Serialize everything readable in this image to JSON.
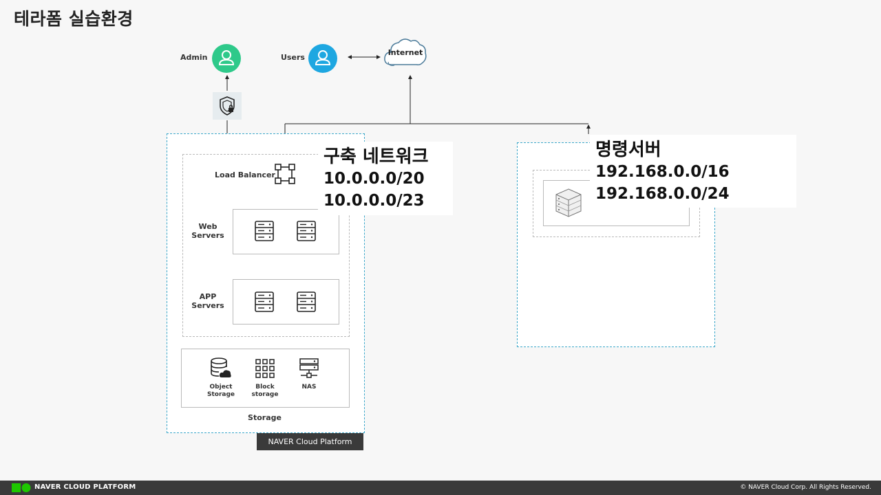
{
  "title": "테라폼 실습환경",
  "nodes": {
    "admin": "Admin",
    "users": "Users",
    "internet": "Internet",
    "load_balancer": "Load Balancer",
    "web_servers": [
      "Web",
      "Servers"
    ],
    "app_servers": [
      "APP",
      "Servers"
    ],
    "object_storage": [
      "Object",
      "Storage"
    ],
    "block_storage": [
      "Block",
      "storage"
    ],
    "nas": "NAS",
    "storage": "Storage",
    "ncp_label": "NAVER Cloud Platform"
  },
  "overlay_left": {
    "heading": "구축 네트워크",
    "cidr1": "10.0.0.0/20",
    "cidr2": "10.0.0.0/23"
  },
  "overlay_right": {
    "heading": "명령서버",
    "cidr1": "192.168.0.0/16",
    "cidr2": "192.168.0.0/24"
  },
  "footer": {
    "brand": "NAVER CLOUD PLATFORM",
    "copyright": "© NAVER Cloud Corp. All Rights Reserved."
  },
  "colors": {
    "admin_icon": "#2ec98a",
    "users_icon": "#1ea7e1",
    "dashed_border": "#3aa6c9",
    "footer_bg": "#3a3a3a",
    "brand_green": "#1ec800"
  }
}
